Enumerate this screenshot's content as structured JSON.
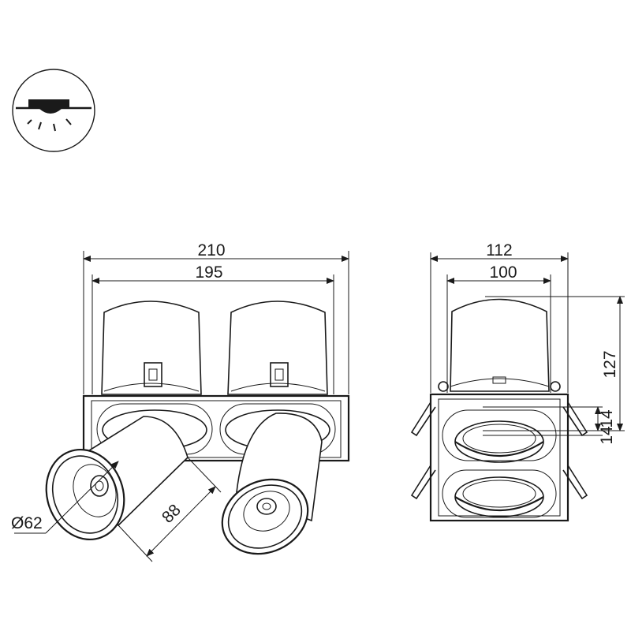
{
  "diagram": {
    "icon": "recessed-downlight-icon",
    "front_view": {
      "overall_width": "210",
      "cutout_width": "195",
      "diameter": "Ø62",
      "length": "88"
    },
    "side_view": {
      "overall_width": "112",
      "cutout_width": "100",
      "height": "127",
      "offset_a": "14",
      "offset_b": "14"
    }
  }
}
